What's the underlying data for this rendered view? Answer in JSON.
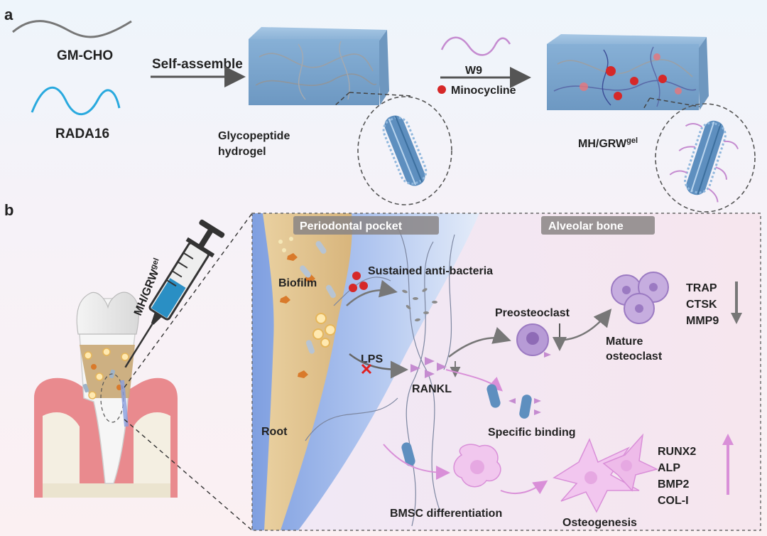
{
  "panel_a": {
    "letter": "a",
    "gm_cho": "GM-CHO",
    "rada16": "RADA16",
    "self_assemble": "Self-assemble",
    "glycopeptide_line1": "Glycopeptide",
    "glycopeptide_line2": "hydrogel",
    "w9": "W9",
    "minocycline": "Minocycline",
    "product_main": "MH/GRW",
    "product_sup": "gel"
  },
  "panel_b": {
    "letter": "b",
    "syringe_main": "MH/GRW",
    "syringe_sup": "gel",
    "periodontal_pocket": "Periodontal pocket",
    "alveolar_bone": "Alveolar bone",
    "biofilm": "Biofilm",
    "sustained": "Sustained anti-bacteria",
    "lps": "LPS",
    "rankl": "RANKL",
    "root": "Root",
    "preosteoclast": "Preosteoclast",
    "mature_line1": "Mature",
    "mature_line2": "osteoclast",
    "specific_binding": "Specific binding",
    "bmsc": "BMSC differentiation",
    "osteogenesis": "Osteogenesis",
    "down_markers": [
      "TRAP",
      "CTSK",
      "MMP9"
    ],
    "up_markers": [
      "RUNX2",
      "ALP",
      "BMP2",
      "COL-I"
    ]
  },
  "colors": {
    "hydrogel": "#6f9cc6",
    "minocycline": "#d62828",
    "w9_peptide": "#c58bd0",
    "rada16_line": "#29a9de",
    "pocket_tan": "#e2c48f",
    "osteoclast": "#b79bd6",
    "arrow_purple": "#d98fd8"
  }
}
